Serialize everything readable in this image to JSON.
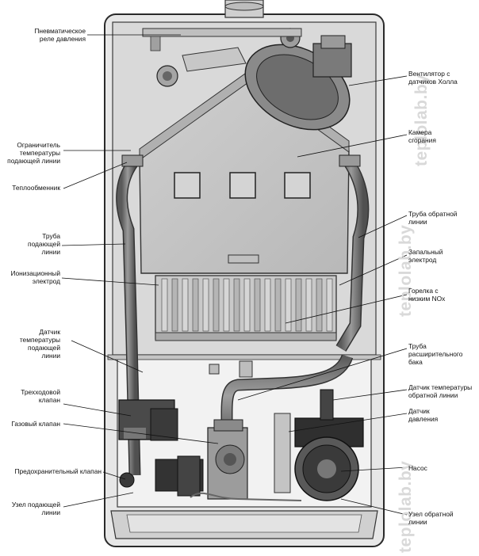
{
  "watermark": "teplolab.by",
  "labels_left": [
    {
      "id": "pressure-relay",
      "text": "Пневматическое\nреле давления"
    },
    {
      "id": "flow-temp-limiter",
      "text": "Ограничитель\nтемпературы\nподающей линии"
    },
    {
      "id": "heat-exchanger",
      "text": "Теплообменник"
    },
    {
      "id": "flow-pipe",
      "text": "Труба\nподающей\nлинии"
    },
    {
      "id": "ionization-electrode",
      "text": "Ионизационный\nэлектрод"
    },
    {
      "id": "flow-temp-sensor",
      "text": "Датчик\nтемпературы\nподающей\nлинии"
    },
    {
      "id": "three-way-valve",
      "text": "Трехходовой\nклапан"
    },
    {
      "id": "gas-valve",
      "text": "Газовый клапан"
    },
    {
      "id": "safety-valve",
      "text": "Предохранительный клапан"
    },
    {
      "id": "flow-unit",
      "text": "Узел подающей\nлинии"
    }
  ],
  "labels_right": [
    {
      "id": "fan-hall",
      "text": "Вентилятор с\nдатчиков Холла"
    },
    {
      "id": "combustion-chamber",
      "text": "Камера\nсгорания"
    },
    {
      "id": "return-pipe",
      "text": "Труба обратной\nлинии"
    },
    {
      "id": "ignition-electrode",
      "text": "Запальный\nэлектрод"
    },
    {
      "id": "low-nox-burner",
      "text": "Горелка с\nнизким NOx"
    },
    {
      "id": "expansion-pipe",
      "text": "Труба\nрасширительного\nбака"
    },
    {
      "id": "return-temp-sensor",
      "text": "Датчик температуры\nобратной линии"
    },
    {
      "id": "pressure-sensor",
      "text": "Датчик\nдавления"
    },
    {
      "id": "pump",
      "text": "Насос"
    },
    {
      "id": "return-unit",
      "text": "Узел обратной\nлинии"
    }
  ]
}
